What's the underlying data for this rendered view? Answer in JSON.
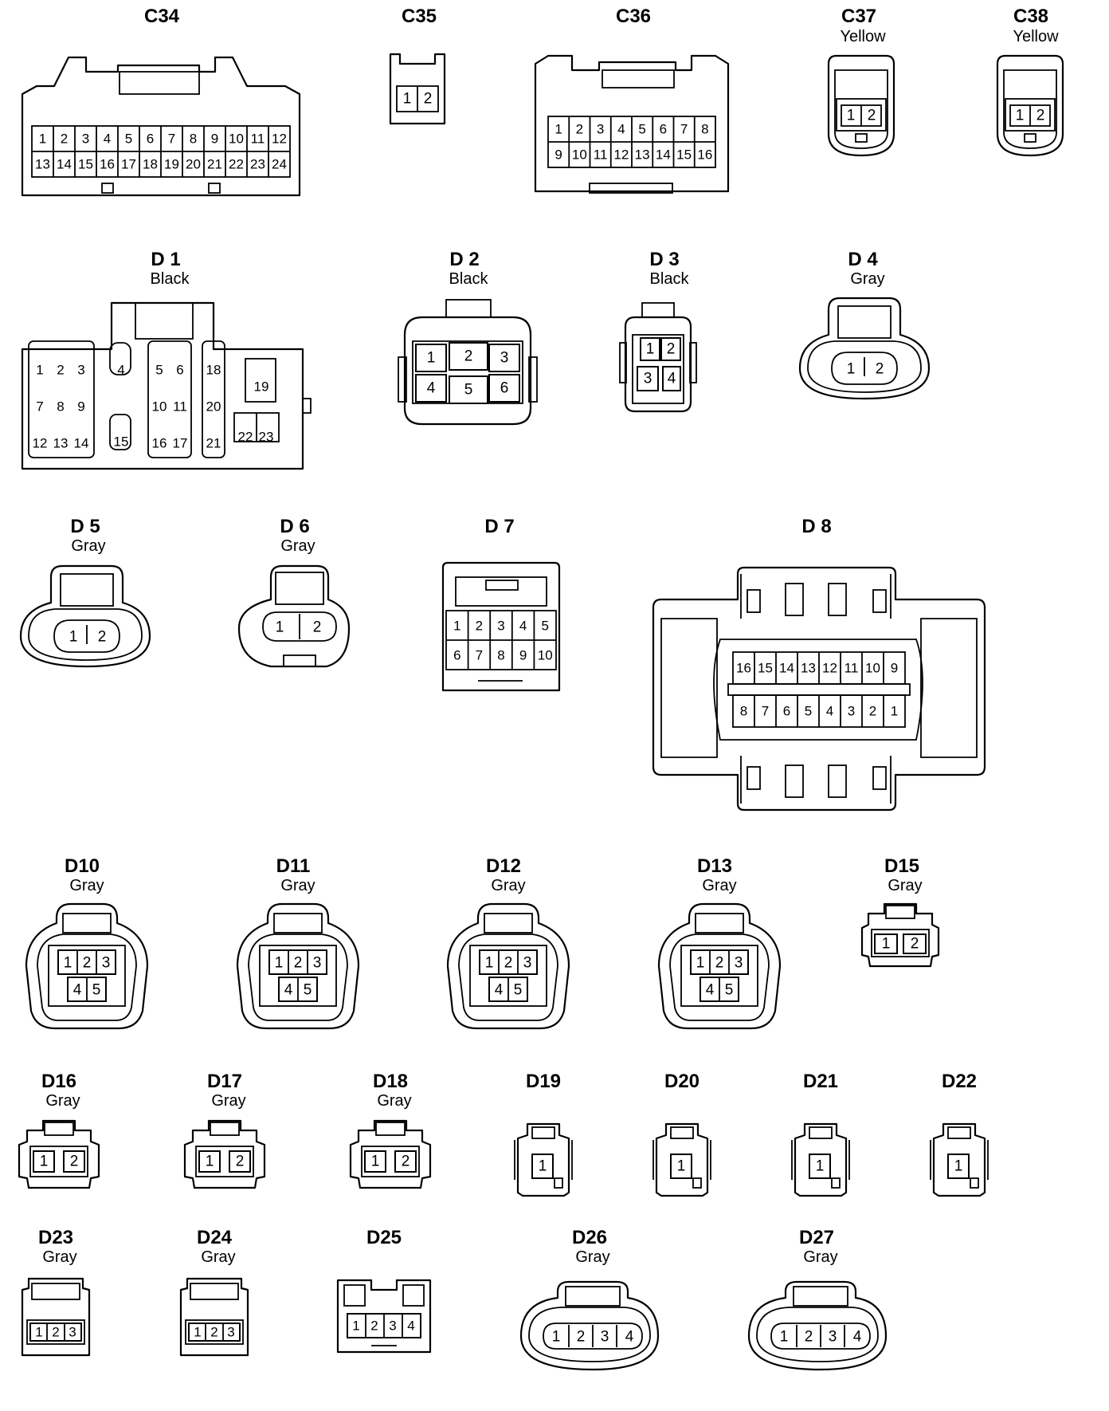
{
  "connectors": {
    "C34": {
      "id": "C34",
      "color": "",
      "pins": [
        "1",
        "2",
        "3",
        "4",
        "5",
        "6",
        "7",
        "8",
        "9",
        "10",
        "11",
        "12",
        "13",
        "14",
        "15",
        "16",
        "17",
        "18",
        "19",
        "20",
        "21",
        "22",
        "23",
        "24"
      ]
    },
    "C35": {
      "id": "C35",
      "color": "",
      "pins": [
        "1",
        "2"
      ]
    },
    "C36": {
      "id": "C36",
      "color": "",
      "pins": [
        "1",
        "2",
        "3",
        "4",
        "5",
        "6",
        "7",
        "8",
        "9",
        "10",
        "11",
        "12",
        "13",
        "14",
        "15",
        "16"
      ]
    },
    "C37": {
      "id": "C37",
      "color": "Yellow",
      "pins": [
        "1",
        "2"
      ]
    },
    "C38": {
      "id": "C38",
      "color": "Yellow",
      "pins": [
        "1",
        "2"
      ]
    },
    "D1": {
      "id": "D 1",
      "color": "Black",
      "pins": [
        "1",
        "2",
        "3",
        "4",
        "5",
        "6",
        "7",
        "8",
        "9",
        "10",
        "11",
        "12",
        "13",
        "14",
        "15",
        "16",
        "17",
        "18",
        "19",
        "20",
        "21",
        "22",
        "23"
      ]
    },
    "D2": {
      "id": "D 2",
      "color": "Black",
      "pins": [
        "1",
        "2",
        "3",
        "4",
        "5",
        "6"
      ]
    },
    "D3": {
      "id": "D 3",
      "color": "Black",
      "pins": [
        "1",
        "2",
        "3",
        "4"
      ]
    },
    "D4": {
      "id": "D 4",
      "color": "Gray",
      "pins": [
        "1",
        "2"
      ]
    },
    "D5": {
      "id": "D 5",
      "color": "Gray",
      "pins": [
        "1",
        "2"
      ]
    },
    "D6": {
      "id": "D 6",
      "color": "Gray",
      "pins": [
        "1",
        "2"
      ]
    },
    "D7": {
      "id": "D 7",
      "color": "",
      "pins": [
        "1",
        "2",
        "3",
        "4",
        "5",
        "6",
        "7",
        "8",
        "9",
        "10"
      ]
    },
    "D8": {
      "id": "D 8",
      "color": "",
      "pins": [
        "16",
        "15",
        "14",
        "13",
        "12",
        "11",
        "10",
        "9",
        "8",
        "7",
        "6",
        "5",
        "4",
        "3",
        "2",
        "1"
      ]
    },
    "D10": {
      "id": "D10",
      "color": "Gray",
      "pins": [
        "1",
        "2",
        "3",
        "4",
        "5"
      ]
    },
    "D11": {
      "id": "D11",
      "color": "Gray",
      "pins": [
        "1",
        "2",
        "3",
        "4",
        "5"
      ]
    },
    "D12": {
      "id": "D12",
      "color": "Gray",
      "pins": [
        "1",
        "2",
        "3",
        "4",
        "5"
      ]
    },
    "D13": {
      "id": "D13",
      "color": "Gray",
      "pins": [
        "1",
        "2",
        "3",
        "4",
        "5"
      ]
    },
    "D15": {
      "id": "D15",
      "color": "Gray",
      "pins": [
        "1",
        "2"
      ]
    },
    "D16": {
      "id": "D16",
      "color": "Gray",
      "pins": [
        "1",
        "2"
      ]
    },
    "D17": {
      "id": "D17",
      "color": "Gray",
      "pins": [
        "1",
        "2"
      ]
    },
    "D18": {
      "id": "D18",
      "color": "Gray",
      "pins": [
        "1",
        "2"
      ]
    },
    "D19": {
      "id": "D19",
      "color": "",
      "pins": [
        "1"
      ]
    },
    "D20": {
      "id": "D20",
      "color": "",
      "pins": [
        "1"
      ]
    },
    "D21": {
      "id": "D21",
      "color": "",
      "pins": [
        "1"
      ]
    },
    "D22": {
      "id": "D22",
      "color": "",
      "pins": [
        "1"
      ]
    },
    "D23": {
      "id": "D23",
      "color": "Gray",
      "pins": [
        "1",
        "2",
        "3"
      ]
    },
    "D24": {
      "id": "D24",
      "color": "Gray",
      "pins": [
        "1",
        "2",
        "3"
      ]
    },
    "D25": {
      "id": "D25",
      "color": "",
      "pins": [
        "1",
        "2",
        "3",
        "4"
      ]
    },
    "D26": {
      "id": "D26",
      "color": "Gray",
      "pins": [
        "1",
        "2",
        "3",
        "4"
      ]
    },
    "D27": {
      "id": "D27",
      "color": "Gray",
      "pins": [
        "1",
        "2",
        "3",
        "4"
      ]
    }
  }
}
